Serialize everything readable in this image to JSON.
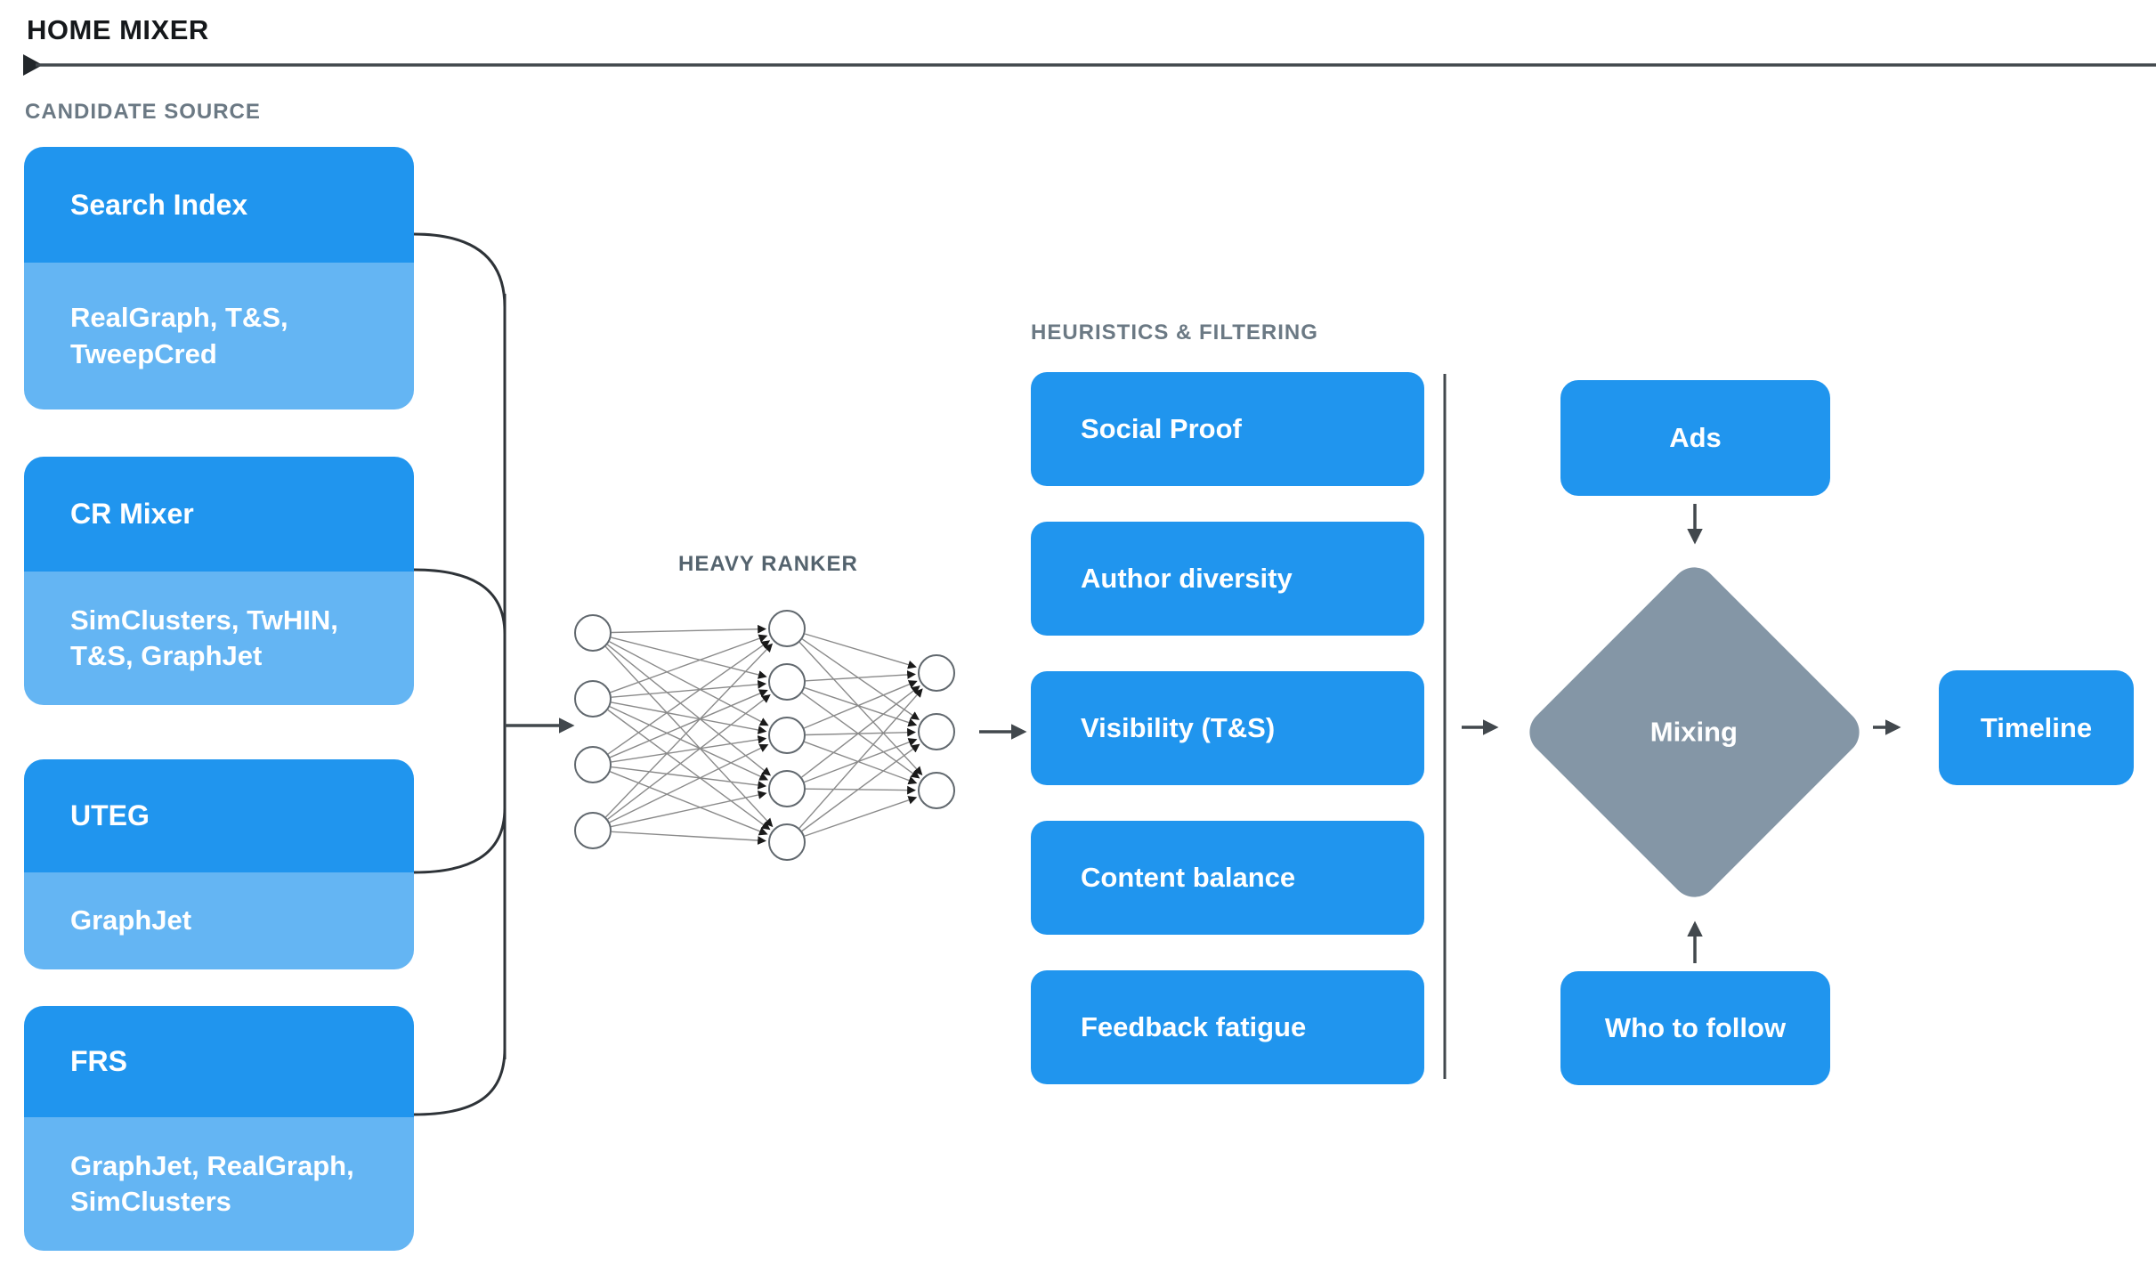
{
  "header": {
    "title": "HOME MIXER"
  },
  "candidate_source": {
    "label": "CANDIDATE SOURCE",
    "boxes": [
      {
        "title": "Search Index",
        "subtitle": "RealGraph, T&S,\nTweepCred"
      },
      {
        "title": "CR Mixer",
        "subtitle": "SimClusters, TwHIN,\nT&S, GraphJet"
      },
      {
        "title": "UTEG",
        "subtitle": "GraphJet"
      },
      {
        "title": "FRS",
        "subtitle": "GraphJet, RealGraph,\nSimClusters"
      }
    ]
  },
  "heavy_ranker": {
    "label": "HEAVY RANKER",
    "layers": [
      4,
      5,
      3
    ]
  },
  "heuristics": {
    "label": "HEURISTICS & FILTERING",
    "boxes": [
      {
        "title": "Social Proof"
      },
      {
        "title": "Author diversity"
      },
      {
        "title": "Visibility (T&S)"
      },
      {
        "title": "Content balance"
      },
      {
        "title": "Feedback fatigue"
      }
    ]
  },
  "mixing": {
    "ads_label": "Ads",
    "diamond_label": "Mixing",
    "who_to_follow_label": "Who to follow",
    "timeline_label": "Timeline"
  },
  "colors": {
    "primary_blue": "#2095ee",
    "light_blue": "#64b5f3",
    "diamond_gray": "#8496a6",
    "label_gray": "#6b7984",
    "line_dark": "#42484d",
    "header_dark": "#15181b"
  }
}
